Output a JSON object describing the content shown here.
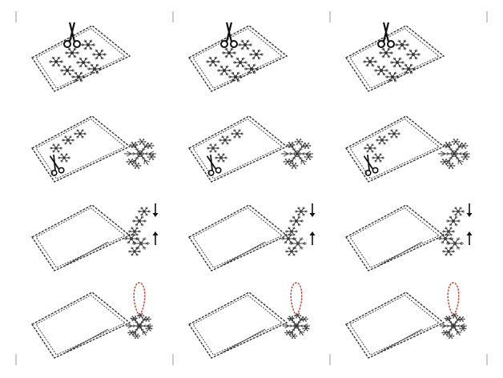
{
  "figure": {
    "columns": 3,
    "rows": 4,
    "steps": [
      {
        "step": 1,
        "scene": "cut-out-sheet",
        "icon": "scissors-icon",
        "flake_shown": false
      },
      {
        "step": 2,
        "scene": "cut-frame-release-snowflake",
        "icon": "scissors-icon",
        "flake_shown": true
      },
      {
        "step": 3,
        "scene": "assemble-snowflake-halves",
        "icon": "arrow-icon",
        "flake_shown": true
      },
      {
        "step": 4,
        "scene": "hang-snowflake-ornament",
        "icon": "ribbon-icon",
        "flake_shown": true
      }
    ]
  },
  "colors": {
    "line": "#333333",
    "ribbon": "#c0392b",
    "background": "#ffffff"
  }
}
